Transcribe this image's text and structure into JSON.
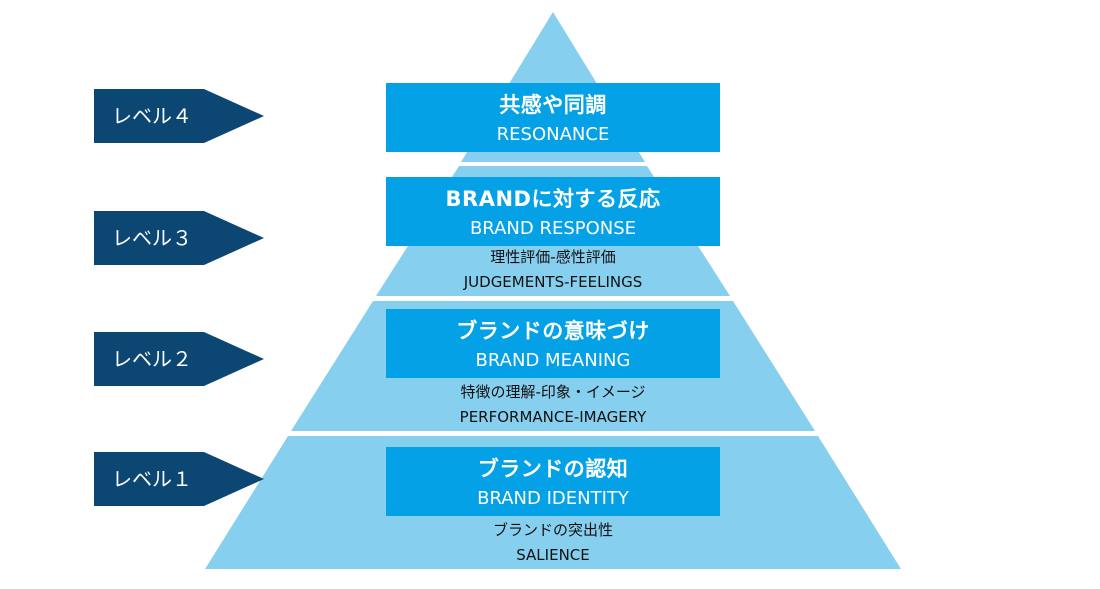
{
  "colors": {
    "pyramid": "#87cfee",
    "title_box": "#04a1e7",
    "level_arrow": "#0c4773"
  },
  "levels": [
    {
      "label": "レベル４",
      "title_ja": "共感や同調",
      "title_en": "RESONANCE"
    },
    {
      "label": "レベル３",
      "title_ja": "BRANDに対する反応",
      "title_en": "BRAND RESPONSE",
      "sub_ja": "理性評価-感性評価",
      "sub_en": "JUDGEMENTS-FEELINGS"
    },
    {
      "label": "レベル２",
      "title_ja": "ブランドの意味づけ",
      "title_en": "BRAND MEANING",
      "sub_ja": "特徴の理解-印象・イメージ",
      "sub_en": "PERFORMANCE-IMAGERY"
    },
    {
      "label": "レベル１",
      "title_ja": "ブランドの認知",
      "title_en": "BRAND IDENTITY",
      "sub_ja": "ブランドの突出性",
      "sub_en": "SALIENCE"
    }
  ]
}
